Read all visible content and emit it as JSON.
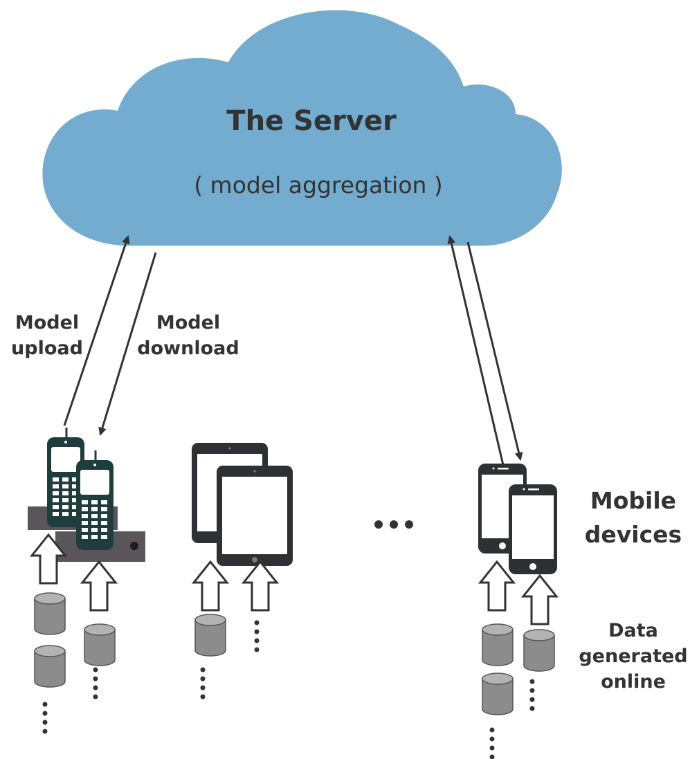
{
  "server": {
    "title": "The Server",
    "subtitle": "( model aggregation )"
  },
  "labels": {
    "upload_line1": "Model",
    "upload_line2": "upload",
    "download_line1": "Model",
    "download_line2": "download",
    "mobile_line1": "Mobile",
    "mobile_line2": "devices",
    "data_line1": "Data",
    "data_line2": "generated",
    "data_line3": "online"
  },
  "colors": {
    "cloud": "#73acce",
    "text": "#333333",
    "device_dark": "#1f3d3d",
    "tablet": "#2f3033",
    "shelf": "#5a5558",
    "database": "#8c8c8c"
  },
  "icons": {
    "server": "cloud-icon",
    "handhelds": "handheld-scanner-icon",
    "tablets": "tablet-icon",
    "phones": "smartphone-icon",
    "data": "database-icon",
    "more": "ellipsis-icon"
  }
}
